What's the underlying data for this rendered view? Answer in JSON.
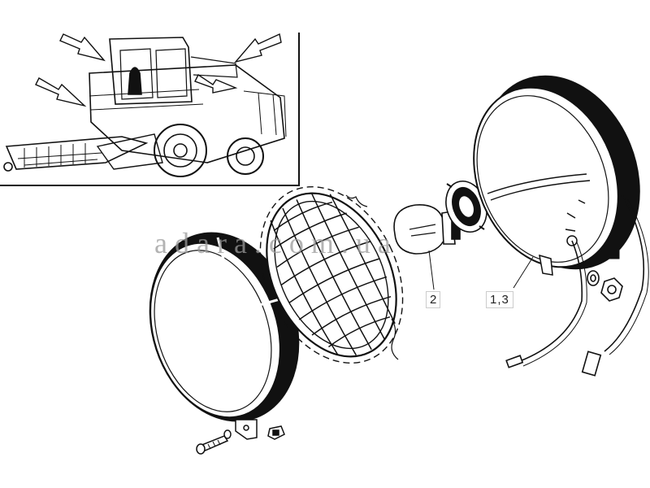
{
  "labels": {
    "bulb": "2",
    "housing": "1,3"
  },
  "watermark": "adara.com.ua",
  "colors": {
    "line": "#111111",
    "watermark": "#9a9a9a",
    "background": "#ffffff"
  }
}
